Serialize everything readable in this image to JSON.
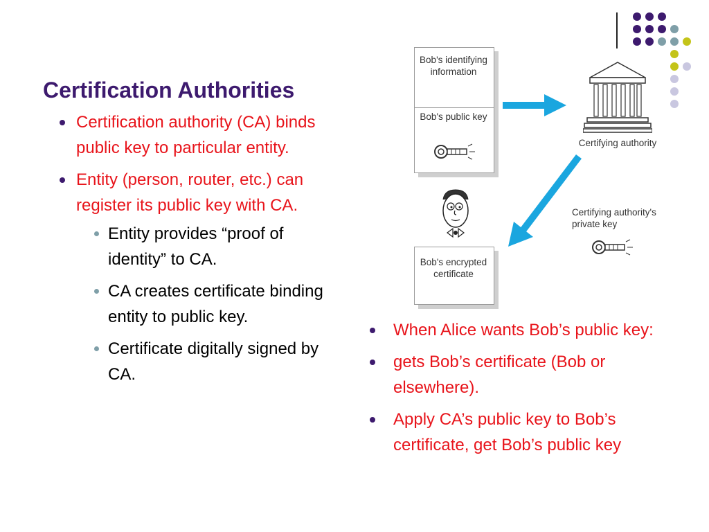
{
  "slide": {
    "title": "Certification Authorities",
    "left_bullets": [
      "Certification authority (CA) binds public key to particular entity.",
      "Entity (person, router, etc.) can register its public key with CA."
    ],
    "sub_bullets": [
      "Entity provides “proof of identity” to CA.",
      "CA creates certificate binding entity to public key.",
      "Certificate digitally signed by CA."
    ],
    "right_bullets": [
      "When Alice wants Bob’s public key:",
      "gets Bob’s certificate (Bob or elsewhere).",
      "Apply CA’s public key to Bob’s certificate, get Bob’s public key"
    ]
  },
  "diagram": {
    "bob_info": "Bob's identifying information",
    "bob_public_key": "Bob's public key",
    "certifying_authority": "Certifying authority",
    "ca_private_key": "Certifying authority's private key",
    "encrypted_certificate": "Bob's encrypted certificate"
  },
  "colors": {
    "title": "#3d1a6e",
    "bullet_text": "#e8141b",
    "sub_bullet_text": "#000000",
    "arrow": "#1aa6df",
    "deco_purple": "#3d1a6e",
    "deco_teal": "#7f9fa8",
    "deco_yellow": "#c4c419",
    "deco_lavender": "#c9c7e0"
  },
  "icons": [
    "key-icon",
    "bank-building-icon",
    "face-icon",
    "arrow-icon"
  ]
}
